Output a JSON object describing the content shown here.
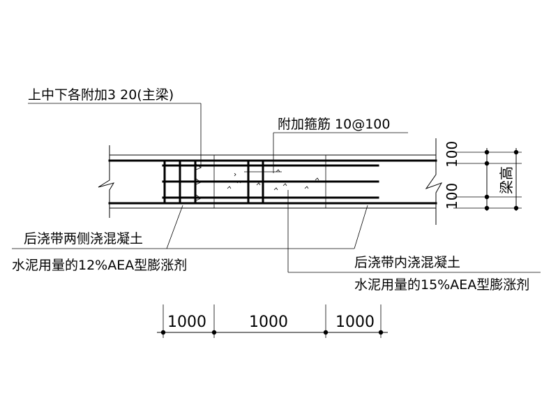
{
  "annotations": {
    "top_rebar": "上中下各附加3 20(主梁)",
    "stirrup": "附加箍筋 10@100",
    "side_concrete_line1": "后浇带两侧浇混凝土",
    "side_concrete_line2": "水泥用量的12%AEA型膨涨剂",
    "inner_concrete_line1": "后浇带内浇混凝土",
    "inner_concrete_line2": "水泥用量的15%AEA型膨涨剂"
  },
  "dimensions": {
    "bottom": [
      "1000",
      "1000",
      "1000"
    ],
    "right_top": "100",
    "right_bottom": "100",
    "beam_height": "梁高"
  }
}
